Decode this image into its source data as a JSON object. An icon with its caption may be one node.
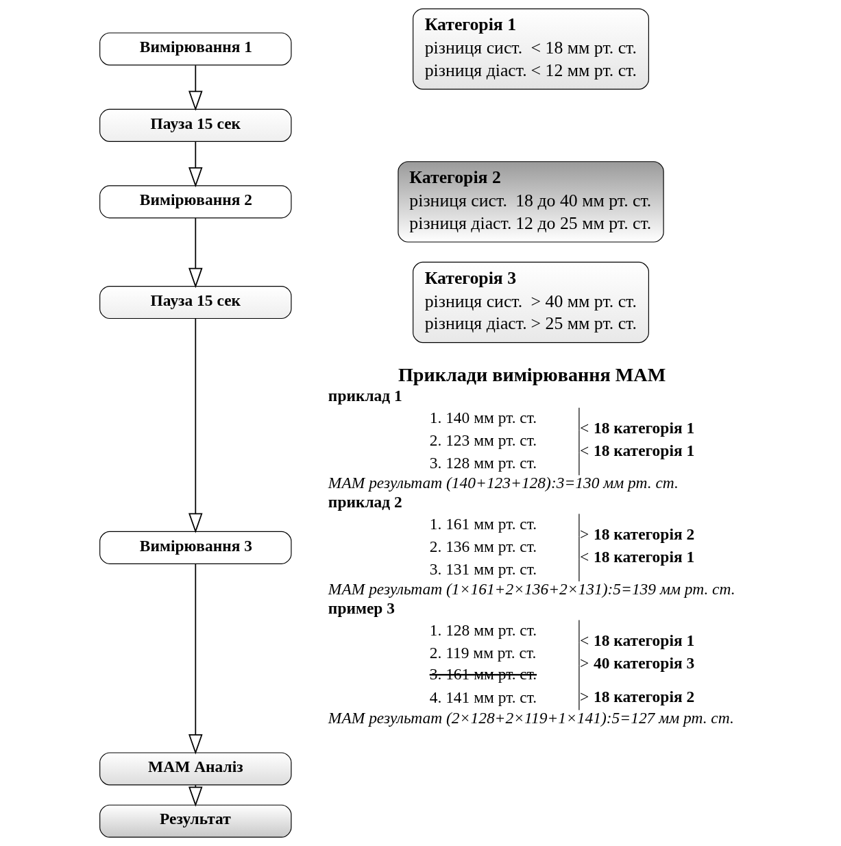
{
  "diagram": {
    "nodes": [
      {
        "text": [
          "Вимірювання 1"
        ]
      },
      {
        "text": [
          "Пауза 15 сек"
        ]
      },
      {
        "text": [
          "Вимірювання 2"
        ]
      },
      {
        "text": [
          "Пауза 15 сек"
        ]
      },
      {
        "text": [
          "Вимірювання 3"
        ]
      },
      {
        "text": [
          "МАМ Аналіз"
        ]
      },
      {
        "text": [
          "Результат"
        ]
      },
      {
        "text": [
          "Категорія 1",
          "різниця сист.",
          "< 18 мм рт. ст.",
          "різниця діаст.",
          "< 12 мм рт. ст."
        ]
      },
      {
        "text": [
          "Категорія 2",
          "різниця сист.",
          "18 до 40 мм рт. ст.",
          "різниця діаст.",
          "12 до 25 мм рт. ст."
        ]
      },
      {
        "text": [
          "Категорія 3",
          "різниця сист.",
          "> 40 мм рт. ст.",
          "різниця діаст.",
          "> 25 мм рт. ст."
        ]
      }
    ],
    "edges": [
      {
        "from": 0,
        "to": 1,
        "arrow": "to"
      },
      {
        "from": 1,
        "to": 2,
        "arrow": "to"
      },
      {
        "from": 2,
        "to": 3,
        "arrow": "to"
      },
      {
        "from": 3,
        "to": 4,
        "arrow": "to"
      },
      {
        "from": 4,
        "to": 5,
        "arrow": "to"
      },
      {
        "from": 5,
        "to": 6,
        "arrow": "to"
      }
    ],
    "labels": [
      "Приклади вимірювання МАМ",
      "приклад 1",
      "1. 140 мм рт. ст.",
      "< **18 категорія 1**",
      "2. 123 мм рт. ст.",
      "3. 128 мм рт. ст.",
      "< **18 категорія 1**",
      "МАМ результат (140+123+128):3=130 мм рт. ст.",
      "приклад 2",
      "1. 161 мм рт. ст.",
      "> **18 категорія 2**",
      "2. 136 мм рт. ст.",
      "3. 131 мм рт. ст.",
      "< **18 категорія 1**",
      "МАМ результат (1×161+2×136+2×131):5=139 мм рт. ст.",
      "пример 3",
      "1. 128 мм рт. ст.",
      "< **18 категорія 1**",
      "2. 119 мм рт. ст.",
      "3. 161 мм рт. ст.",
      "> **40 категорія 3**",
      "4. 141 мм рт. ст.",
      "> **18 категорія 2**",
      "МАМ результат (2×128+2×119+1×141):5=127 мм рт. ст."
    ]
  }
}
